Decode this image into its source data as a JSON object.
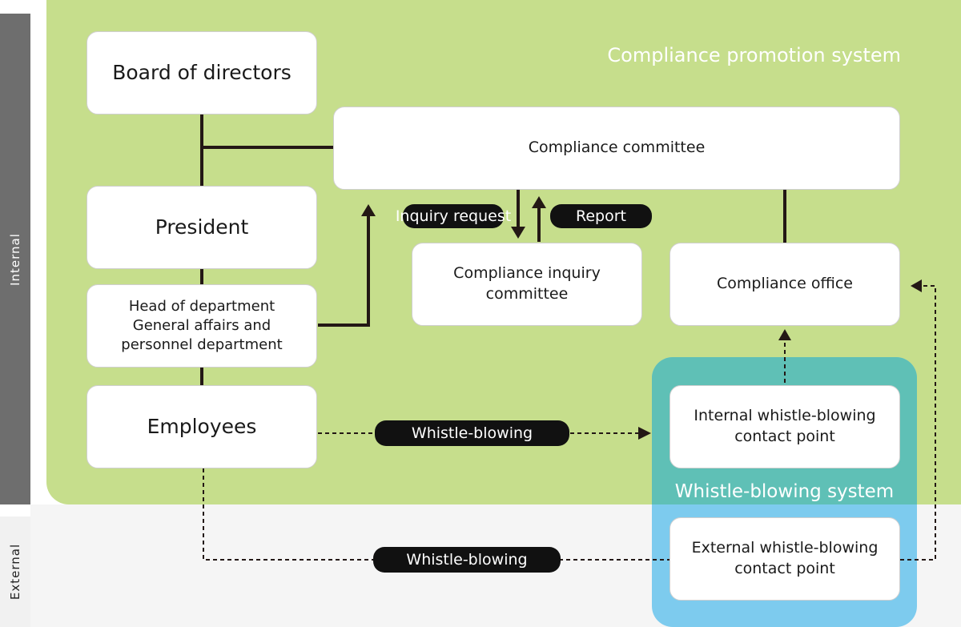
{
  "side": {
    "internal": "Internal",
    "external": "External"
  },
  "regions": {
    "compliance_system": "Compliance promotion system",
    "whistle_system": "Whistle-blowing system"
  },
  "boxes": {
    "board": "Board of directors",
    "president": "President",
    "head_dept": "Head of department\nGeneral affairs and\npersonnel department",
    "employees": "Employees",
    "committee": "Compliance committee",
    "inquiry_committee": "Compliance inquiry\ncommittee",
    "office": "Compliance office",
    "internal_contact": "Internal whistle-blowing\ncontact point",
    "external_contact": "External whistle-blowing\ncontact point"
  },
  "labels": {
    "inquiry_request": "Inquiry request",
    "report": "Report",
    "whistle_internal": "Whistle-blowing",
    "whistle_external": "Whistle-blowing"
  },
  "colors": {
    "green_region": "#c6de8c",
    "teal_region": "#5fc0b6",
    "blue_region": "#7dcbee",
    "internal_bar": "#6e6e6e",
    "line": "#231815"
  }
}
